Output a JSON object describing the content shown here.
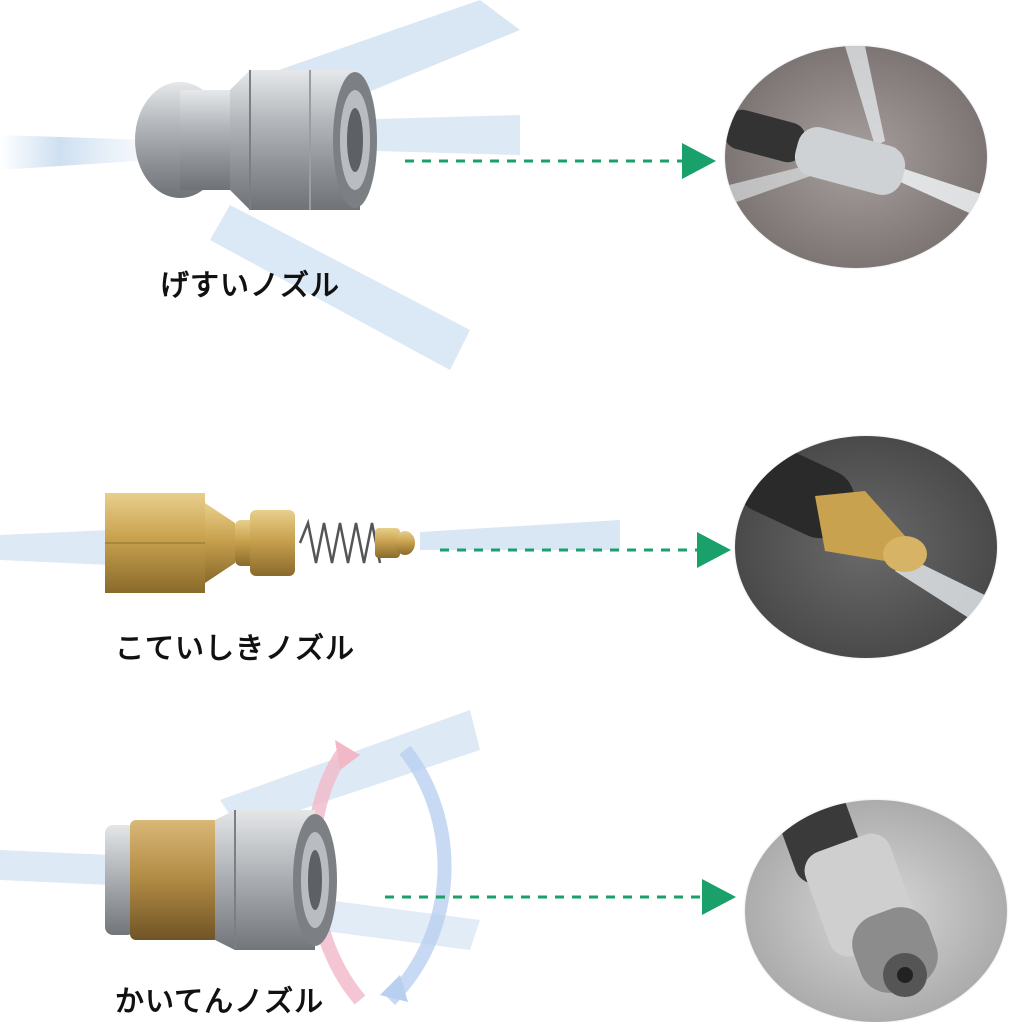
{
  "nozzles": [
    {
      "label": "げすいノズル"
    },
    {
      "label": "こていしきノズル"
    },
    {
      "label": "かいてんノズル"
    }
  ],
  "colors": {
    "arrow": "#1aa06a",
    "spray": "#c8dcef",
    "steel": "#a9adb1",
    "brass": "#c9a24f",
    "label": "#111111"
  }
}
